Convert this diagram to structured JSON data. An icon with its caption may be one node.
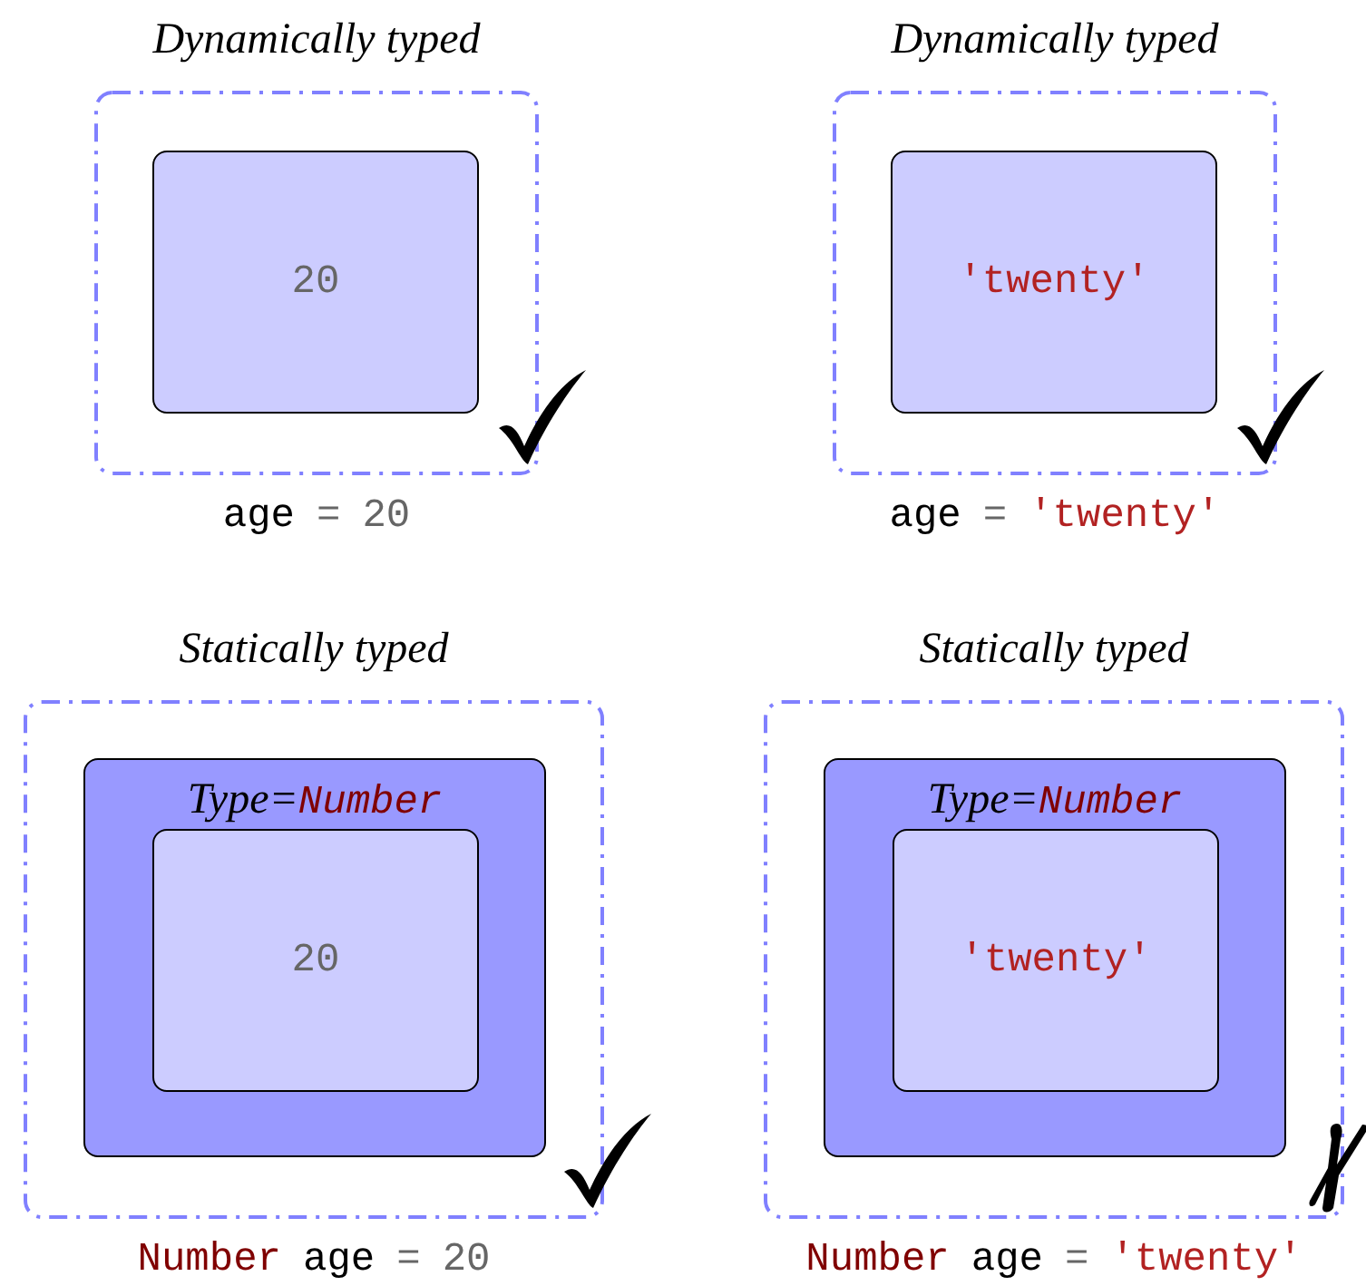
{
  "diagram": {
    "nodes": [
      {
        "text": [
          "Dynamically typed"
        ],
        "beside": [
          "age",
          "=",
          "20"
        ]
      },
      {
        "text": [
          "20"
        ],
        "in": 0
      },
      {
        "text": [
          "Dynamically typed"
        ],
        "beside": [
          "age",
          "=",
          "'twenty'"
        ]
      },
      {
        "text": [
          "'twenty'"
        ],
        "in": 2
      },
      {
        "text": [
          "Statically typed"
        ],
        "beside": [
          "Number",
          "age",
          "=",
          "20"
        ]
      },
      {
        "text": [
          "Type=",
          "Number"
        ],
        "in": 4
      },
      {
        "text": [
          "20"
        ],
        "in": 5
      },
      {
        "text": [
          "Statically typed"
        ],
        "beside": [
          "Number",
          "age",
          "=",
          "'twenty'"
        ]
      },
      {
        "text": [
          "Type=",
          "Number"
        ],
        "in": 7
      },
      {
        "text": [
          "'twenty'"
        ],
        "in": 8
      }
    ]
  }
}
